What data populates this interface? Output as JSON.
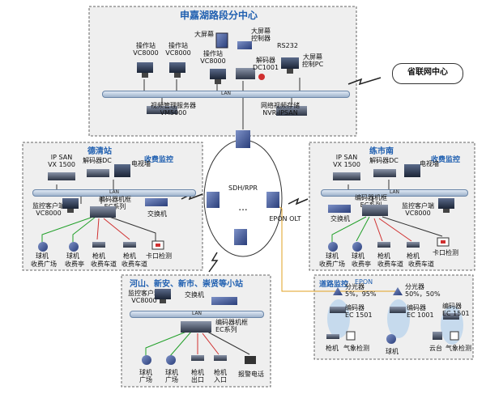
{
  "center": {
    "title": "申嘉湖路段分中心",
    "operator1": "操作站\nVC8000",
    "operator2": "操作站\nVC8000",
    "operator3": "操作站\nVC8000",
    "big_screen": "大屏幕",
    "big_screen_ctrl": "大屏幕\n控制器",
    "rs232": "RS232",
    "big_screen_pc": "大屏幕\n控制PC",
    "decoder": "解码器\nDC1001",
    "lan": "LAN",
    "vm_server": "视频管理服务器\nVM5000",
    "nvr": "网络视频存储\nNVR-IPSAN"
  },
  "province": "省联网中心",
  "deqing": {
    "title": "德清站",
    "toll": "收费监控",
    "ipsan": "IP SAN\nVX 1500",
    "decoder": "解码器DC",
    "tvwall": "电视墙",
    "lan": "LAN",
    "client": "监控客户端\nVC8000",
    "encoder": "编码器机框\nEC系列",
    "switch": "交换机",
    "dome": "球机",
    "gun": "枪机",
    "bayonet": "卡口检测",
    "bottom": [
      "收费广场",
      "收费亭",
      "收费车道",
      "收费车道"
    ]
  },
  "lianshi": {
    "title": "练市南",
    "toll": "收费监控",
    "ipsan": "IP SAN\nVX 1500",
    "decoder": "解码器DC",
    "tvwall": "电视墙",
    "lan": "LAN",
    "encoder": "编码器机框\nEC系列",
    "client": "监控客户端\nVC8000",
    "switch": "交换机",
    "dome": "球机",
    "gun": "枪机",
    "bayonet": "卡口检测",
    "bottom": [
      "收费广场",
      "收费亭",
      "收费车道",
      "收费车道"
    ]
  },
  "ring": {
    "label": "SDH/RPR",
    "epon": "EPON OLT",
    "dots": "..."
  },
  "small": {
    "title": "河山、新安、新市、崇贤等小站",
    "client": "监控客户端\nVC8000",
    "switch": "交换机",
    "lan": "LAN",
    "encoder": "编码器机框\nEC系列",
    "devices": [
      "球机\n广场",
      "球机\n广场",
      "枪机\n出口",
      "枪机\n入口",
      "报警电话"
    ]
  },
  "road": {
    "title": "道路监控",
    "epon": "EPON",
    "splitter1": "分光器\n5%，95%",
    "splitter2": "分光器\n50%，50%",
    "enc1": "编码器\nEC 1501",
    "enc2": "编码器\nEC 1001",
    "enc3": "编码器\nEC 1501",
    "gun": "枪机",
    "weather": "气象检测",
    "dome": "球机",
    "ptz": "云台"
  },
  "colors": {
    "title": "#1f5fb0",
    "green": "#22a02a",
    "red": "#d03030",
    "fiber": "#e0a020"
  }
}
